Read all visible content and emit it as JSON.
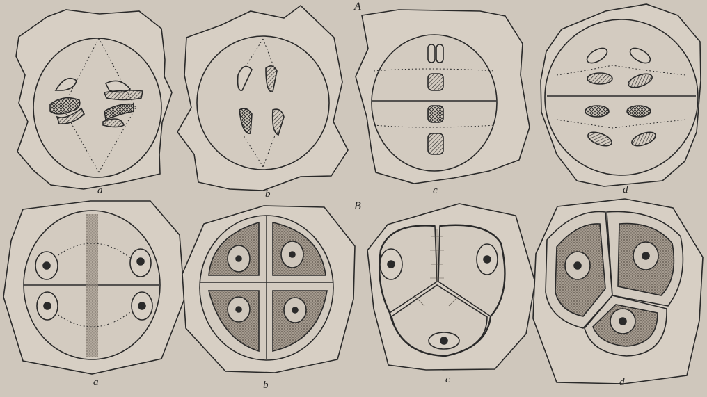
{
  "rows": [
    {
      "label": "A",
      "panels": [
        "a",
        "b",
        "c",
        "d"
      ]
    },
    {
      "label": "B",
      "panels": [
        "a",
        "b",
        "c",
        "d"
      ]
    }
  ],
  "colors": {
    "background": "#cfc7bc",
    "line": "#2a2a2a",
    "cell_fill": "#dcd5ca",
    "stipple": "#6a625a"
  }
}
